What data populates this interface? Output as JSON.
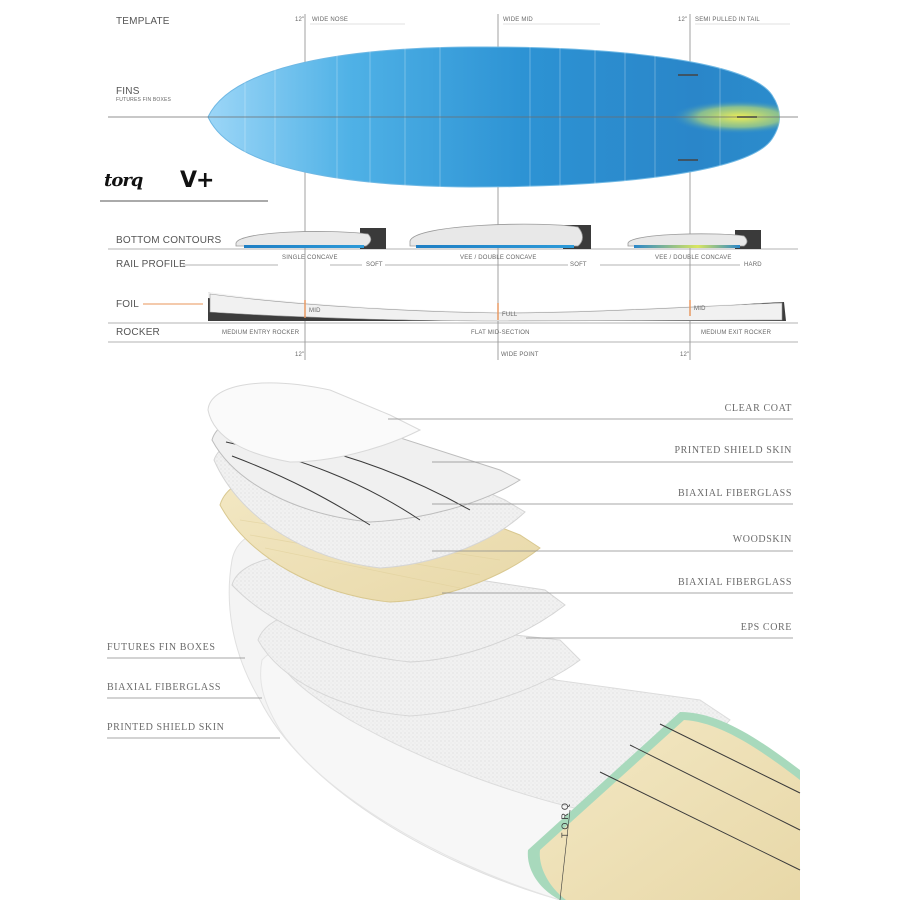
{
  "spec": {
    "template": "TEMPLATE",
    "fins": "FINS",
    "fins_sub": "FUTURES FIN BOXES",
    "bottom_contours": "BOTTOM  CONTOURS",
    "rail_profile": "RAIL PROFILE",
    "foil": "FOIL",
    "rocker": "ROCKER",
    "marker_12": "12\"",
    "wide_nose": "WIDE NOSE",
    "wide_mid": "WIDE MID",
    "semi_pulled_tail": "SEMI PULLED IN TAIL",
    "contour_1": "SINGLE CONCAVE",
    "contour_2": "VEE / DOUBLE CONCAVE",
    "contour_3": "VEE / DOUBLE CONCAVE",
    "rail_1": "SOFT",
    "rail_2": "SOFT",
    "rail_3": "HARD",
    "foil_1": "MID",
    "foil_2": "FULL",
    "foil_3": "MID",
    "rocker_1": "MEDIUM ENTRY ROCKER",
    "rocker_2": "FLAT MID-SECTION",
    "rocker_3": "MEDIUM EXIT ROCKER",
    "wide_point": "WIDE POINT"
  },
  "logos": {
    "torq": "torq",
    "vplus": "V+"
  },
  "layers_right": [
    "CLEAR COAT",
    "PRINTED SHIELD SKIN",
    "BIAXIAL FIBERGLASS",
    "WOODSKIN",
    "BIAXIAL FIBERGLASS",
    "EPS  CORE"
  ],
  "layers_left": [
    "FUTURES FIN BOXES",
    "BIAXIAL FIBERGLASS",
    "PRINTED SHIELD SKIN"
  ],
  "deck_brand": "TORQ",
  "colors": {
    "board_blue": "#2f8fd1",
    "board_light": "#8fd0f5",
    "tail_yellow": "#e8ec5a",
    "rail_mint": "#a8d9bc",
    "wood": "#efe2b8",
    "line_gray": "#9a9a9a",
    "foil_orange": "#e8955a"
  }
}
